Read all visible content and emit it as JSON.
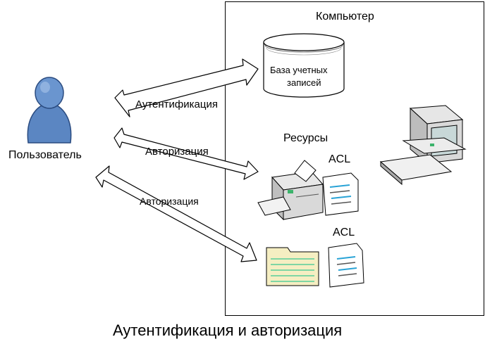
{
  "computer_label": "Компьютер",
  "database_label_line1": "База учетных",
  "database_label_line2": "записей",
  "resources_label": "Ресурсы",
  "acl_top_label": "ACL",
  "acl_bottom_label": "ACL",
  "user_label": "Пользователь",
  "arrow_authentication_label": "Аутентификация",
  "arrow_authorization_label_1": "Авторизация",
  "arrow_authorization_label_2": "Авторизация",
  "caption": "Аутентификация и авторизация",
  "colors": {
    "user_body": "#5b86c2",
    "user_outline": "#2a4b80",
    "folder_fill": "#f5eec2",
    "folder_lines": "#7fd6a4",
    "doc_accent": "#29a3d6",
    "printer_body": "#d9d9d9",
    "computer_screen": "#c8d8d8"
  },
  "icons": [
    "user-icon",
    "database-icon",
    "printer-icon",
    "document-icon",
    "folder-icon",
    "computer-icon"
  ]
}
